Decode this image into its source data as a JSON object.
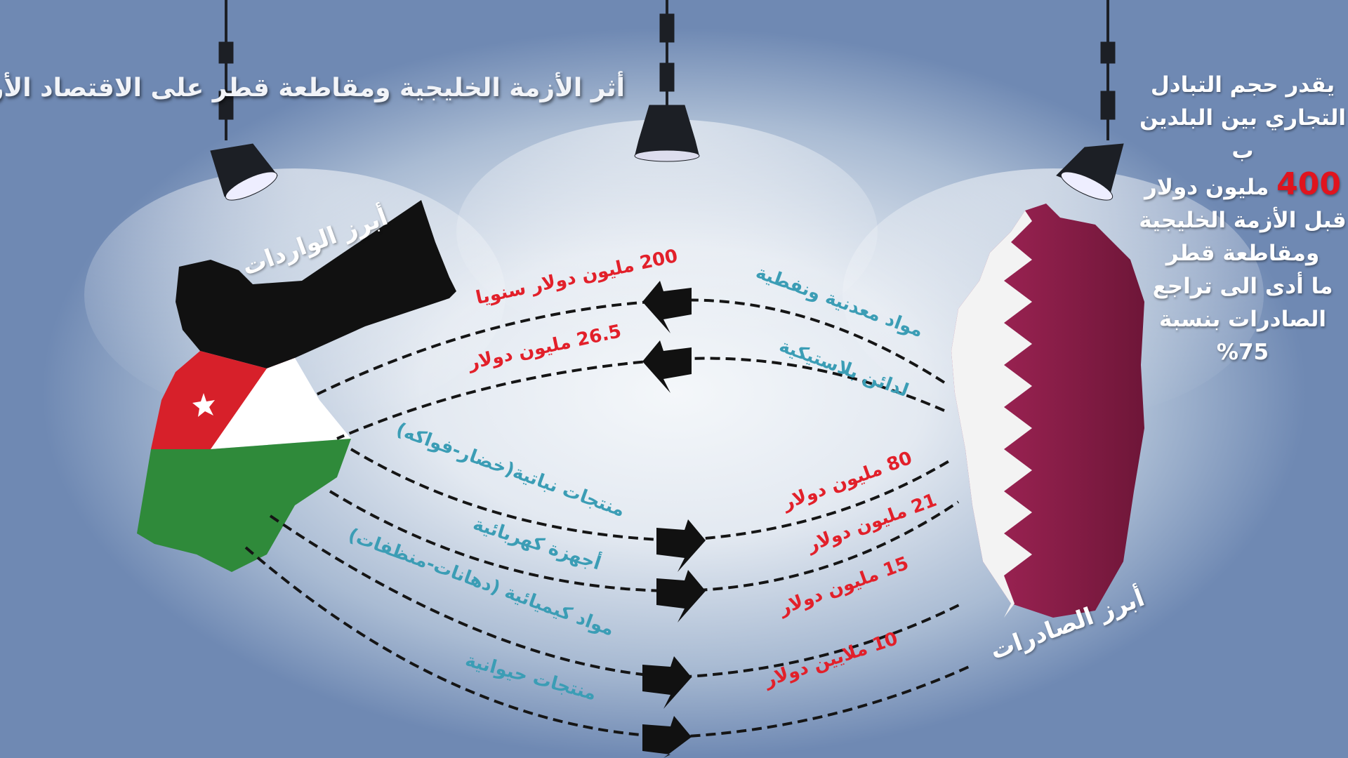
{
  "title": "أثر الأزمة الخليجية ومقاطعة قطر على الاقتصاد الأردني",
  "info": {
    "line1": "يقدر حجم التبادل",
    "line2": "التجاري بين البلدين ب",
    "amount": "400",
    "line3": "مليون دولار",
    "line4": "قبل الأزمة الخليجية",
    "line5": "ومقاطعة قطر",
    "line6": "ما أدى الى تراجع",
    "line7": "الصادرات بنسبة 75%"
  },
  "imports_label": "أبرز الواردات",
  "exports_label": "أبرز الصادرات",
  "imports": [
    {
      "item": "مواد معدنية ونفطية",
      "value": "200 مليون دولار سنويا"
    },
    {
      "item": "لدائن بلاستيكية",
      "value": "26.5 مليون دولار"
    }
  ],
  "exports": [
    {
      "item": "منتجات نباتية(خضار-فواكه)",
      "value": "80 مليون دولار"
    },
    {
      "item": "أجهزة كهربائية",
      "value": "21 مليون دولار"
    },
    {
      "item": "مواد كيميائية (دهانات-منظفات)",
      "value": "15 مليون دولار"
    },
    {
      "item": "منتجات حيوانية",
      "value": "10 ملايين دولار"
    }
  ],
  "colors": {
    "value": "#e2202a",
    "item": "#3b9db5",
    "jordan_black": "#111111",
    "jordan_red": "#d7202a",
    "jordan_green": "#2f8a3a",
    "qatar_maroon": "#8c1d4a"
  }
}
